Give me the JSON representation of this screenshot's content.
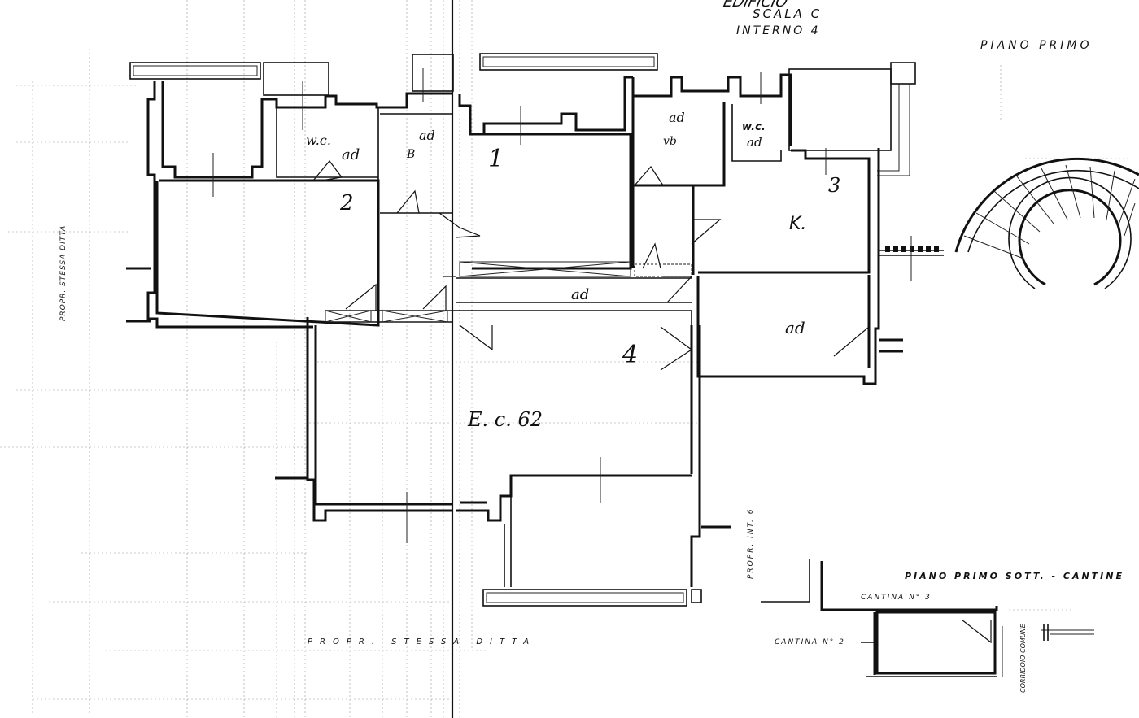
{
  "header": {
    "top_fragment": "EDIFICIO",
    "stair_label": "SCALA C",
    "unit_label": "INTERNO 4",
    "floor_title": "PIANO PRIMO"
  },
  "side_labels": {
    "left_owner": "PROPR. STESSA DITTA",
    "bottom_owner": "PROPR. STESSA DITTA",
    "right_owner": "PROPR. INT. 6"
  },
  "rooms": {
    "wc_left": "w.c.",
    "ad_left": "ad",
    "ad_b": "ad",
    "b": "B",
    "room_2": "2",
    "room_1": "1",
    "ad_right": "ad",
    "vb": "vb",
    "wc_right": "w.c.",
    "ad_wc_right": "ad",
    "room_3": "3",
    "kitchen": "K.",
    "corridor_ad": "ad",
    "ad_lower_right": "ad",
    "room_4": "4",
    "main_room": "E. c. 62"
  },
  "cellar": {
    "title": "PIANO PRIMO SOTT. - CANTINE",
    "cellar_3": "CANTINA N° 3",
    "cellar_2": "CANTINA N° 2",
    "common_corridor": "CORRIDOIO COMUNE"
  }
}
